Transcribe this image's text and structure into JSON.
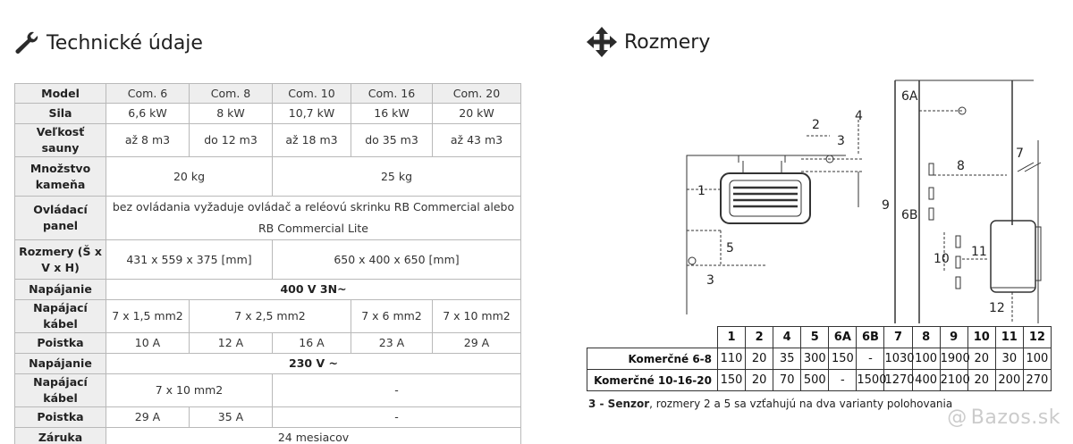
{
  "left_title": "Technické údaje",
  "right_title": "Rozmery",
  "spec": {
    "header": [
      "Model",
      "Com. 6",
      "Com. 8",
      "Com. 10",
      "Com. 16",
      "Com. 20"
    ],
    "sila": [
      "Sila",
      "6,6 kW",
      "8 kW",
      "10,7 kW",
      "16 kW",
      "20 kW"
    ],
    "velkost": [
      "Veľkosť sauny",
      "až 8 m3",
      "do 12 m3",
      "až 18 m3",
      "do 35 m3",
      "až 43 m3"
    ],
    "mnozstvo": [
      "Množstvo kameňa",
      "20 kg",
      "25 kg"
    ],
    "ovladaci": [
      "Ovládací panel",
      "bez ovládania vyžaduje ovládač a reléovú skrinku RB Commercial alebo RB Commercial Lite"
    ],
    "rozmery": [
      "Rozmery (Š x V x H)",
      "431 x 559 x 375 [mm]",
      "650 x 400 x 650 [mm]"
    ],
    "napajanie1": [
      "Napájanie",
      "400 V 3N~"
    ],
    "kabel1": [
      "Napájací kábel",
      "7 x 1,5 mm2",
      "7 x 2,5 mm2",
      "7 x 6 mm2",
      "7 x 10 mm2"
    ],
    "poistka1": [
      "Poistka",
      "10 A",
      "12 A",
      "16 A",
      "23 A",
      "29 A"
    ],
    "napajanie2": [
      "Napájanie",
      "230 V ~"
    ],
    "kabel2": [
      "Napájací kábel",
      "7 x 10 mm2",
      "-"
    ],
    "poistka2": [
      "Poistka",
      "29 A",
      "35 A",
      "-"
    ],
    "zaruka": [
      "Záruka",
      "24 mesiacov"
    ]
  },
  "drawing_labels": {
    "l1": "1",
    "l2": "2",
    "l3a": "3",
    "l3b": "3",
    "l4": "4",
    "l5": "5",
    "l6a": "6A",
    "l6b": "6B",
    "l7": "7",
    "l8": "8",
    "l9": "9",
    "l10": "10",
    "l11": "11",
    "l12": "12"
  },
  "dims": {
    "header": [
      "",
      "1",
      "2",
      "4",
      "5",
      "6A",
      "6B",
      "7",
      "8",
      "9",
      "10",
      "11",
      "12"
    ],
    "rows": [
      [
        "Komerčné 6-8",
        "110",
        "20",
        "35",
        "300",
        "150",
        "-",
        "1030",
        "100",
        "1900",
        "20",
        "30",
        "100"
      ],
      [
        "Komerčné 10-16-20",
        "150",
        "20",
        "70",
        "500",
        "-",
        "1500",
        "1270",
        "400",
        "2100",
        "20",
        "200",
        "270"
      ]
    ]
  },
  "footnote": {
    "bold": "3 - Senzor",
    "rest": ", rozmery 2 a 5 sa vzťahujú na dva varianty polohovania"
  },
  "watermark": "Bazos.sk",
  "icons": {
    "left": "wrench-icon",
    "right": "move-arrows-icon",
    "watermark": "at-sign-icon"
  }
}
